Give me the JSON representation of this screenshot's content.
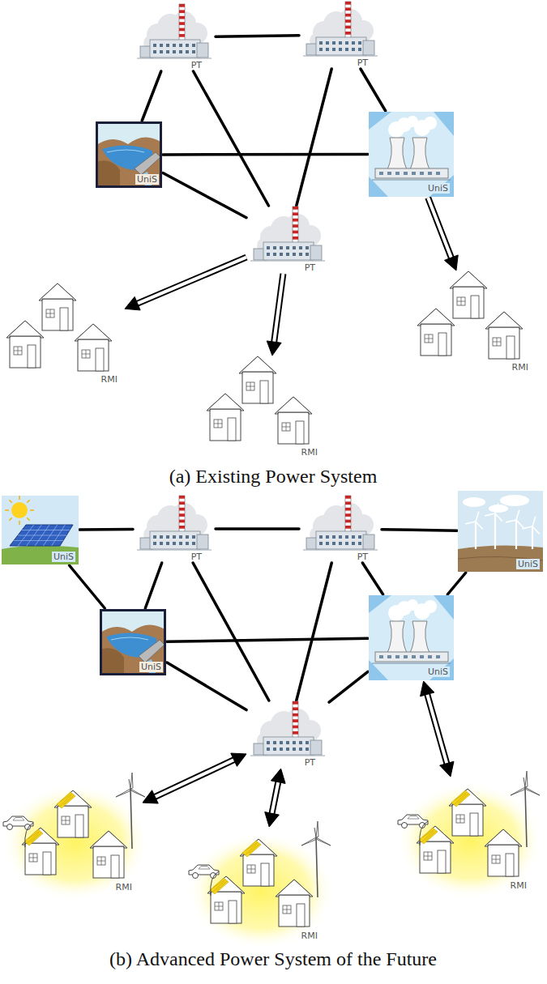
{
  "diagram": {
    "nodes": [
      {
        "text": [
          "PT"
        ]
      },
      {
        "text": [
          "PT"
        ]
      },
      {
        "text": [
          "UniS"
        ]
      },
      {
        "text": [
          "UniS"
        ]
      },
      {
        "text": [
          "PT"
        ]
      },
      {
        "text": [
          "RMI"
        ]
      },
      {
        "text": [
          "RMI"
        ]
      },
      {
        "text": [
          "RMI"
        ]
      },
      {
        "text": [
          "UniS"
        ]
      },
      {
        "text": [
          "PT"
        ]
      },
      {
        "text": [
          "PT"
        ]
      },
      {
        "text": [
          "UniS"
        ]
      },
      {
        "text": [
          "UniS"
        ]
      },
      {
        "text": [
          "UniS"
        ]
      },
      {
        "text": [
          "PT"
        ]
      },
      {
        "text": [
          "RMI"
        ]
      },
      {
        "text": [
          "RMI"
        ]
      },
      {
        "text": [
          "RMI"
        ]
      }
    ],
    "edges": [
      {
        "from": 0,
        "to": 1,
        "arrow": "none"
      },
      {
        "from": 0,
        "to": 2,
        "arrow": "none"
      },
      {
        "from": 0,
        "to": 4,
        "arrow": "none"
      },
      {
        "from": 1,
        "to": 4,
        "arrow": "none"
      },
      {
        "from": 1,
        "to": 3,
        "arrow": "none"
      },
      {
        "from": 2,
        "to": 3,
        "arrow": "none"
      },
      {
        "from": 2,
        "to": 4,
        "arrow": "none"
      },
      {
        "from": 4,
        "to": 5,
        "arrow": "to"
      },
      {
        "from": 4,
        "to": 6,
        "arrow": "to"
      },
      {
        "from": 3,
        "to": 7,
        "arrow": "to"
      },
      {
        "from": 8,
        "to": 9,
        "arrow": "none"
      },
      {
        "from": 9,
        "to": 10,
        "arrow": "none"
      },
      {
        "from": 10,
        "to": 11,
        "arrow": "none"
      },
      {
        "from": 8,
        "to": 12,
        "arrow": "none"
      },
      {
        "from": 9,
        "to": 12,
        "arrow": "none"
      },
      {
        "from": 9,
        "to": 14,
        "arrow": "none"
      },
      {
        "from": 10,
        "to": 14,
        "arrow": "none"
      },
      {
        "from": 10,
        "to": 13,
        "arrow": "none"
      },
      {
        "from": 11,
        "to": 13,
        "arrow": "none"
      },
      {
        "from": 12,
        "to": 13,
        "arrow": "none"
      },
      {
        "from": 12,
        "to": 14,
        "arrow": "none"
      },
      {
        "from": 13,
        "to": 14,
        "arrow": "none"
      },
      {
        "from": 14,
        "to": 15,
        "arrow": "both"
      },
      {
        "from": 14,
        "to": 16,
        "arrow": "both"
      },
      {
        "from": 13,
        "to": 17,
        "arrow": "both"
      }
    ],
    "labels": [
      "(a) Existing Power System",
      "(b) Advanced Power System of the Future"
    ]
  }
}
